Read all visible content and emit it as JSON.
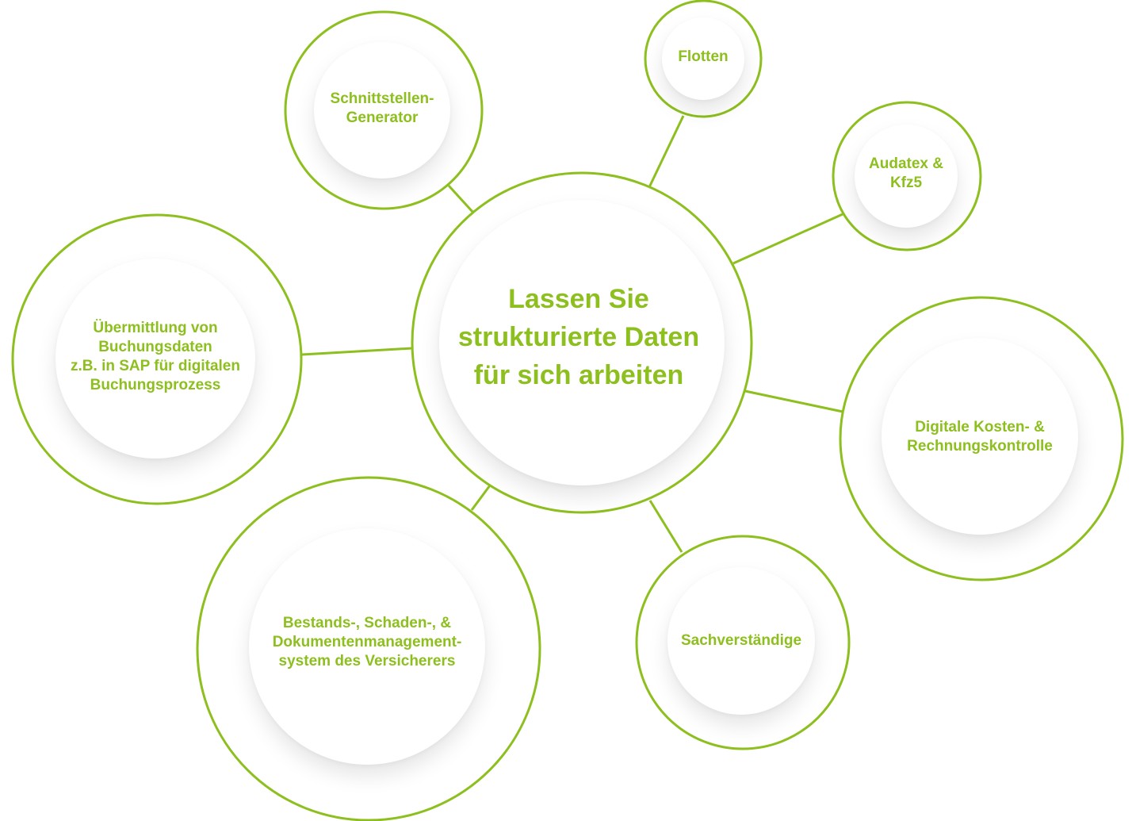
{
  "accent_color": "#8dbf1e",
  "center": {
    "text": "Lassen Sie\nstrukturierte Daten\nfür sich arbeiten"
  },
  "nodes": [
    {
      "id": "schnittstellen",
      "text": "Schnittstellen-\nGenerator"
    },
    {
      "id": "flotten",
      "text": "Flotten"
    },
    {
      "id": "audatex",
      "text": "Audatex &\nKfz5"
    },
    {
      "id": "uebermittlung",
      "text": "Übermittlung von\nBuchungsdaten\nz.B. in SAP für digitalen\nBuchungsprozess"
    },
    {
      "id": "digitale",
      "text": "Digitale Kosten- &\nRechnungskontrolle"
    },
    {
      "id": "bestands",
      "text": "Bestands-,  Schaden-, &\nDokumentenmanagement-\nsystem des Versicherers"
    },
    {
      "id": "sachverstaendige",
      "text": "Sachverständige"
    }
  ]
}
